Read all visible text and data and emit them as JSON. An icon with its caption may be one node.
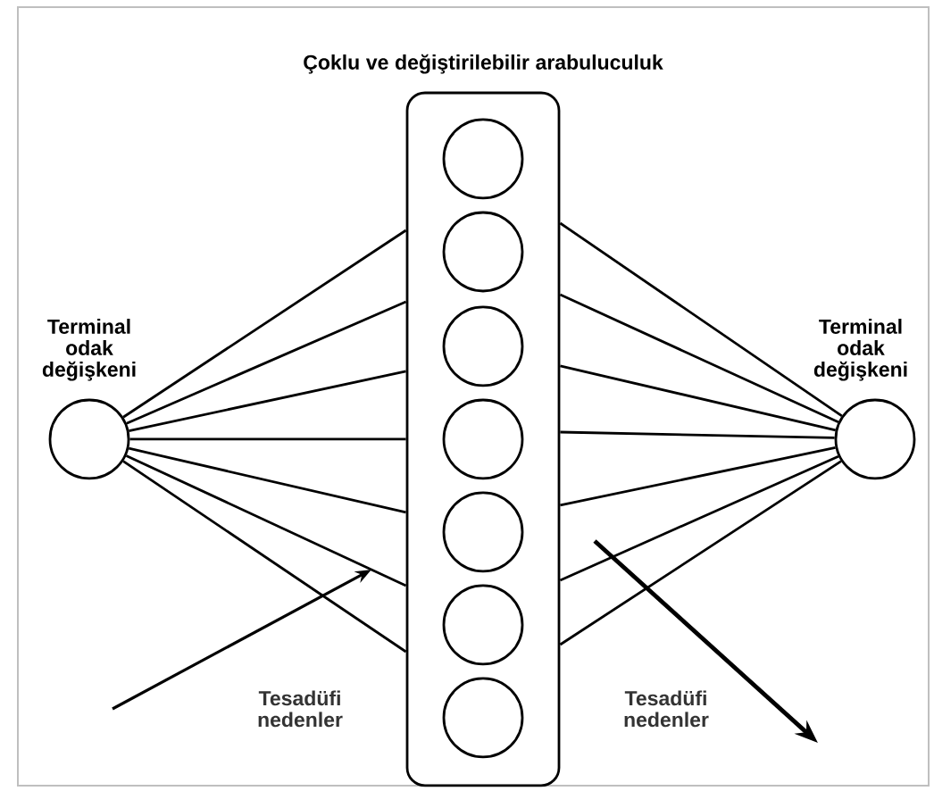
{
  "diagram": {
    "nodes": [
      {
        "text": [
          "Çoklu ve değiştirilebilir arabuluculuk"
        ]
      },
      {
        "text": [],
        "shape": "circle",
        "in": 0
      },
      {
        "text": [],
        "shape": "circle",
        "in": 0
      },
      {
        "text": [],
        "shape": "circle",
        "in": 0
      },
      {
        "text": [],
        "shape": "circle",
        "in": 0
      },
      {
        "text": [],
        "shape": "circle",
        "in": 0
      },
      {
        "text": [],
        "shape": "circle",
        "in": 0
      },
      {
        "text": [],
        "shape": "circle",
        "in": 0
      },
      {
        "text": [
          "Terminal odak değişkeni"
        ]
      },
      {
        "text": [
          "Terminal odak değişkeni"
        ]
      }
    ],
    "edges": [
      {
        "from": 8,
        "to": 0,
        "arrow": "none"
      },
      {
        "from": 8,
        "to": 0,
        "arrow": "none"
      },
      {
        "from": 8,
        "to": 0,
        "arrow": "none"
      },
      {
        "from": 8,
        "to": 0,
        "arrow": "none"
      },
      {
        "from": 8,
        "to": 0,
        "arrow": "none"
      },
      {
        "from": 8,
        "to": 0,
        "arrow": "none"
      },
      {
        "from": 8,
        "to": 0,
        "arrow": "none"
      },
      {
        "from": 0,
        "to": 9,
        "arrow": "none"
      },
      {
        "from": 0,
        "to": 9,
        "arrow": "none"
      },
      {
        "from": 0,
        "to": 9,
        "arrow": "none"
      },
      {
        "from": 0,
        "to": 9,
        "arrow": "none"
      },
      {
        "from": 0,
        "to": 9,
        "arrow": "none"
      },
      {
        "from": 0,
        "to": 9,
        "arrow": "none"
      },
      {
        "from": 0,
        "to": 9,
        "arrow": "none"
      }
    ],
    "labels": [
      "Tesadüfi nedenler",
      "Tesadüfi nedenler"
    ]
  }
}
